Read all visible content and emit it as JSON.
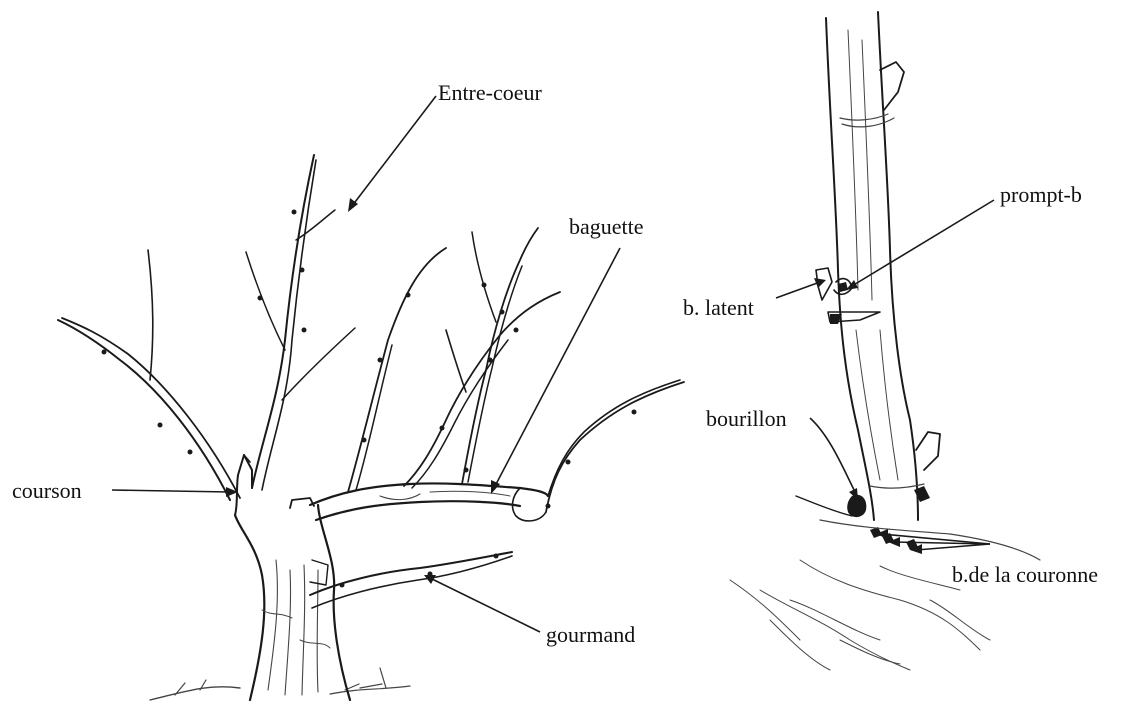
{
  "labels": {
    "entre_coeur": "Entre-coeur",
    "baguette": "baguette",
    "courson": "courson",
    "gourmand": "gourmand",
    "prompt_b": "prompt-b",
    "b_latent": "b. latent",
    "bourillon": "bourillon",
    "b_couronne": "b.de la couronne"
  },
  "colors": {
    "ink": "#1a1a1a",
    "paper": "#ffffff"
  }
}
